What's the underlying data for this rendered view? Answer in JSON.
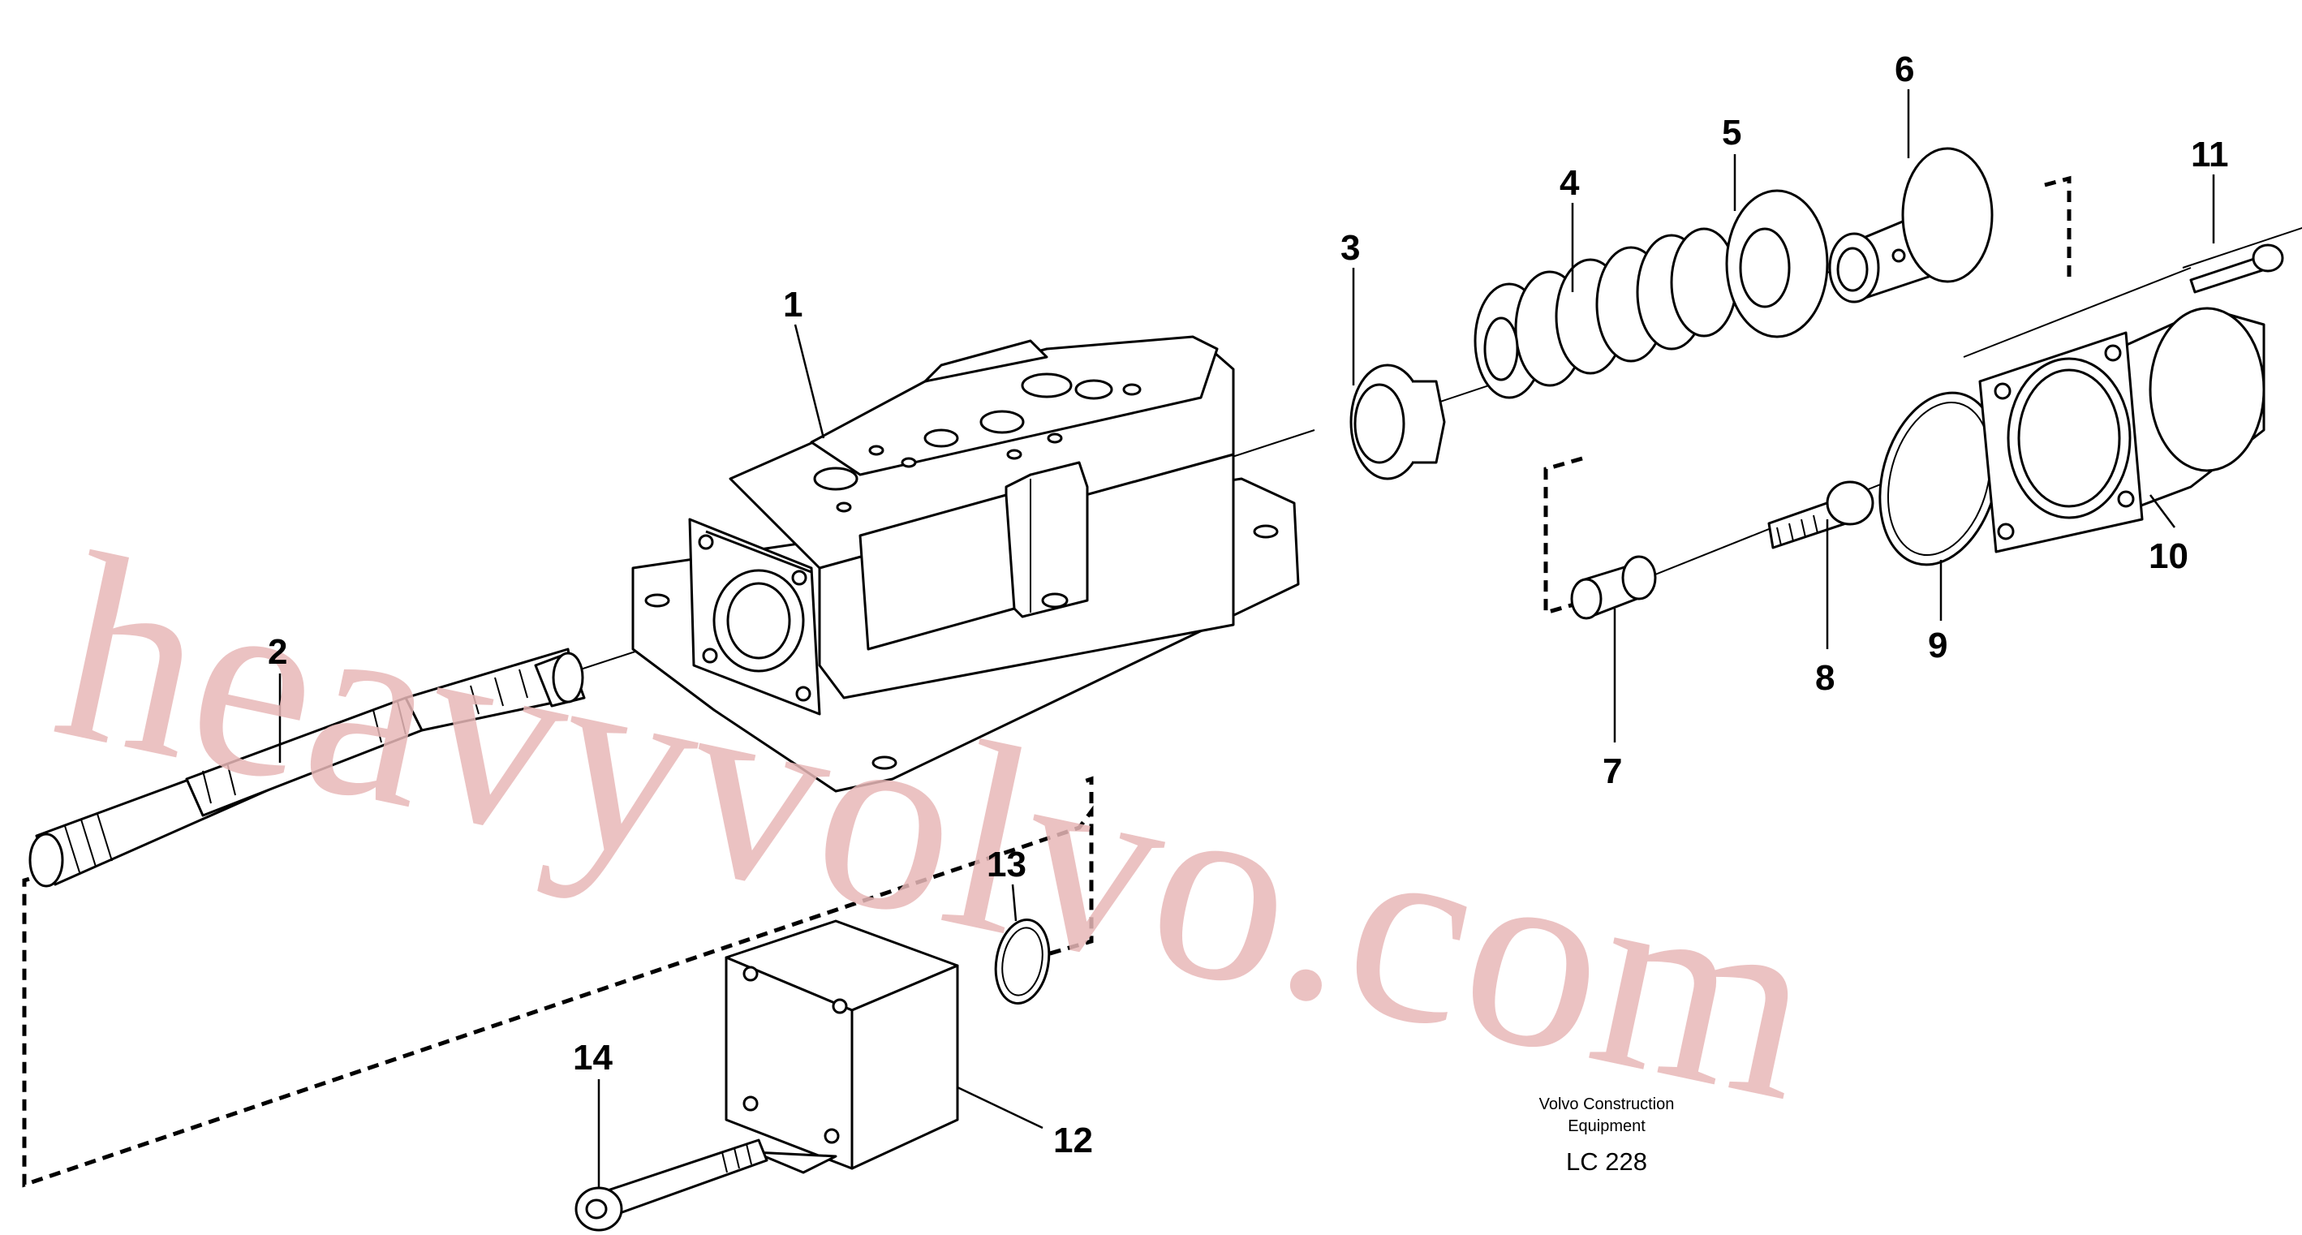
{
  "diagram": {
    "watermark": "heavyvolvo.com",
    "caption_line1": "Volvo Construction",
    "caption_line2": "Equipment",
    "drawing_code": "LC 228",
    "callouts": {
      "c1": "1",
      "c2": "2",
      "c3": "3",
      "c4": "4",
      "c5": "5",
      "c6": "6",
      "c7": "7",
      "c8": "8",
      "c9": "9",
      "c10": "10",
      "c11": "11",
      "c12": "12",
      "c13": "13",
      "c14": "14"
    }
  }
}
